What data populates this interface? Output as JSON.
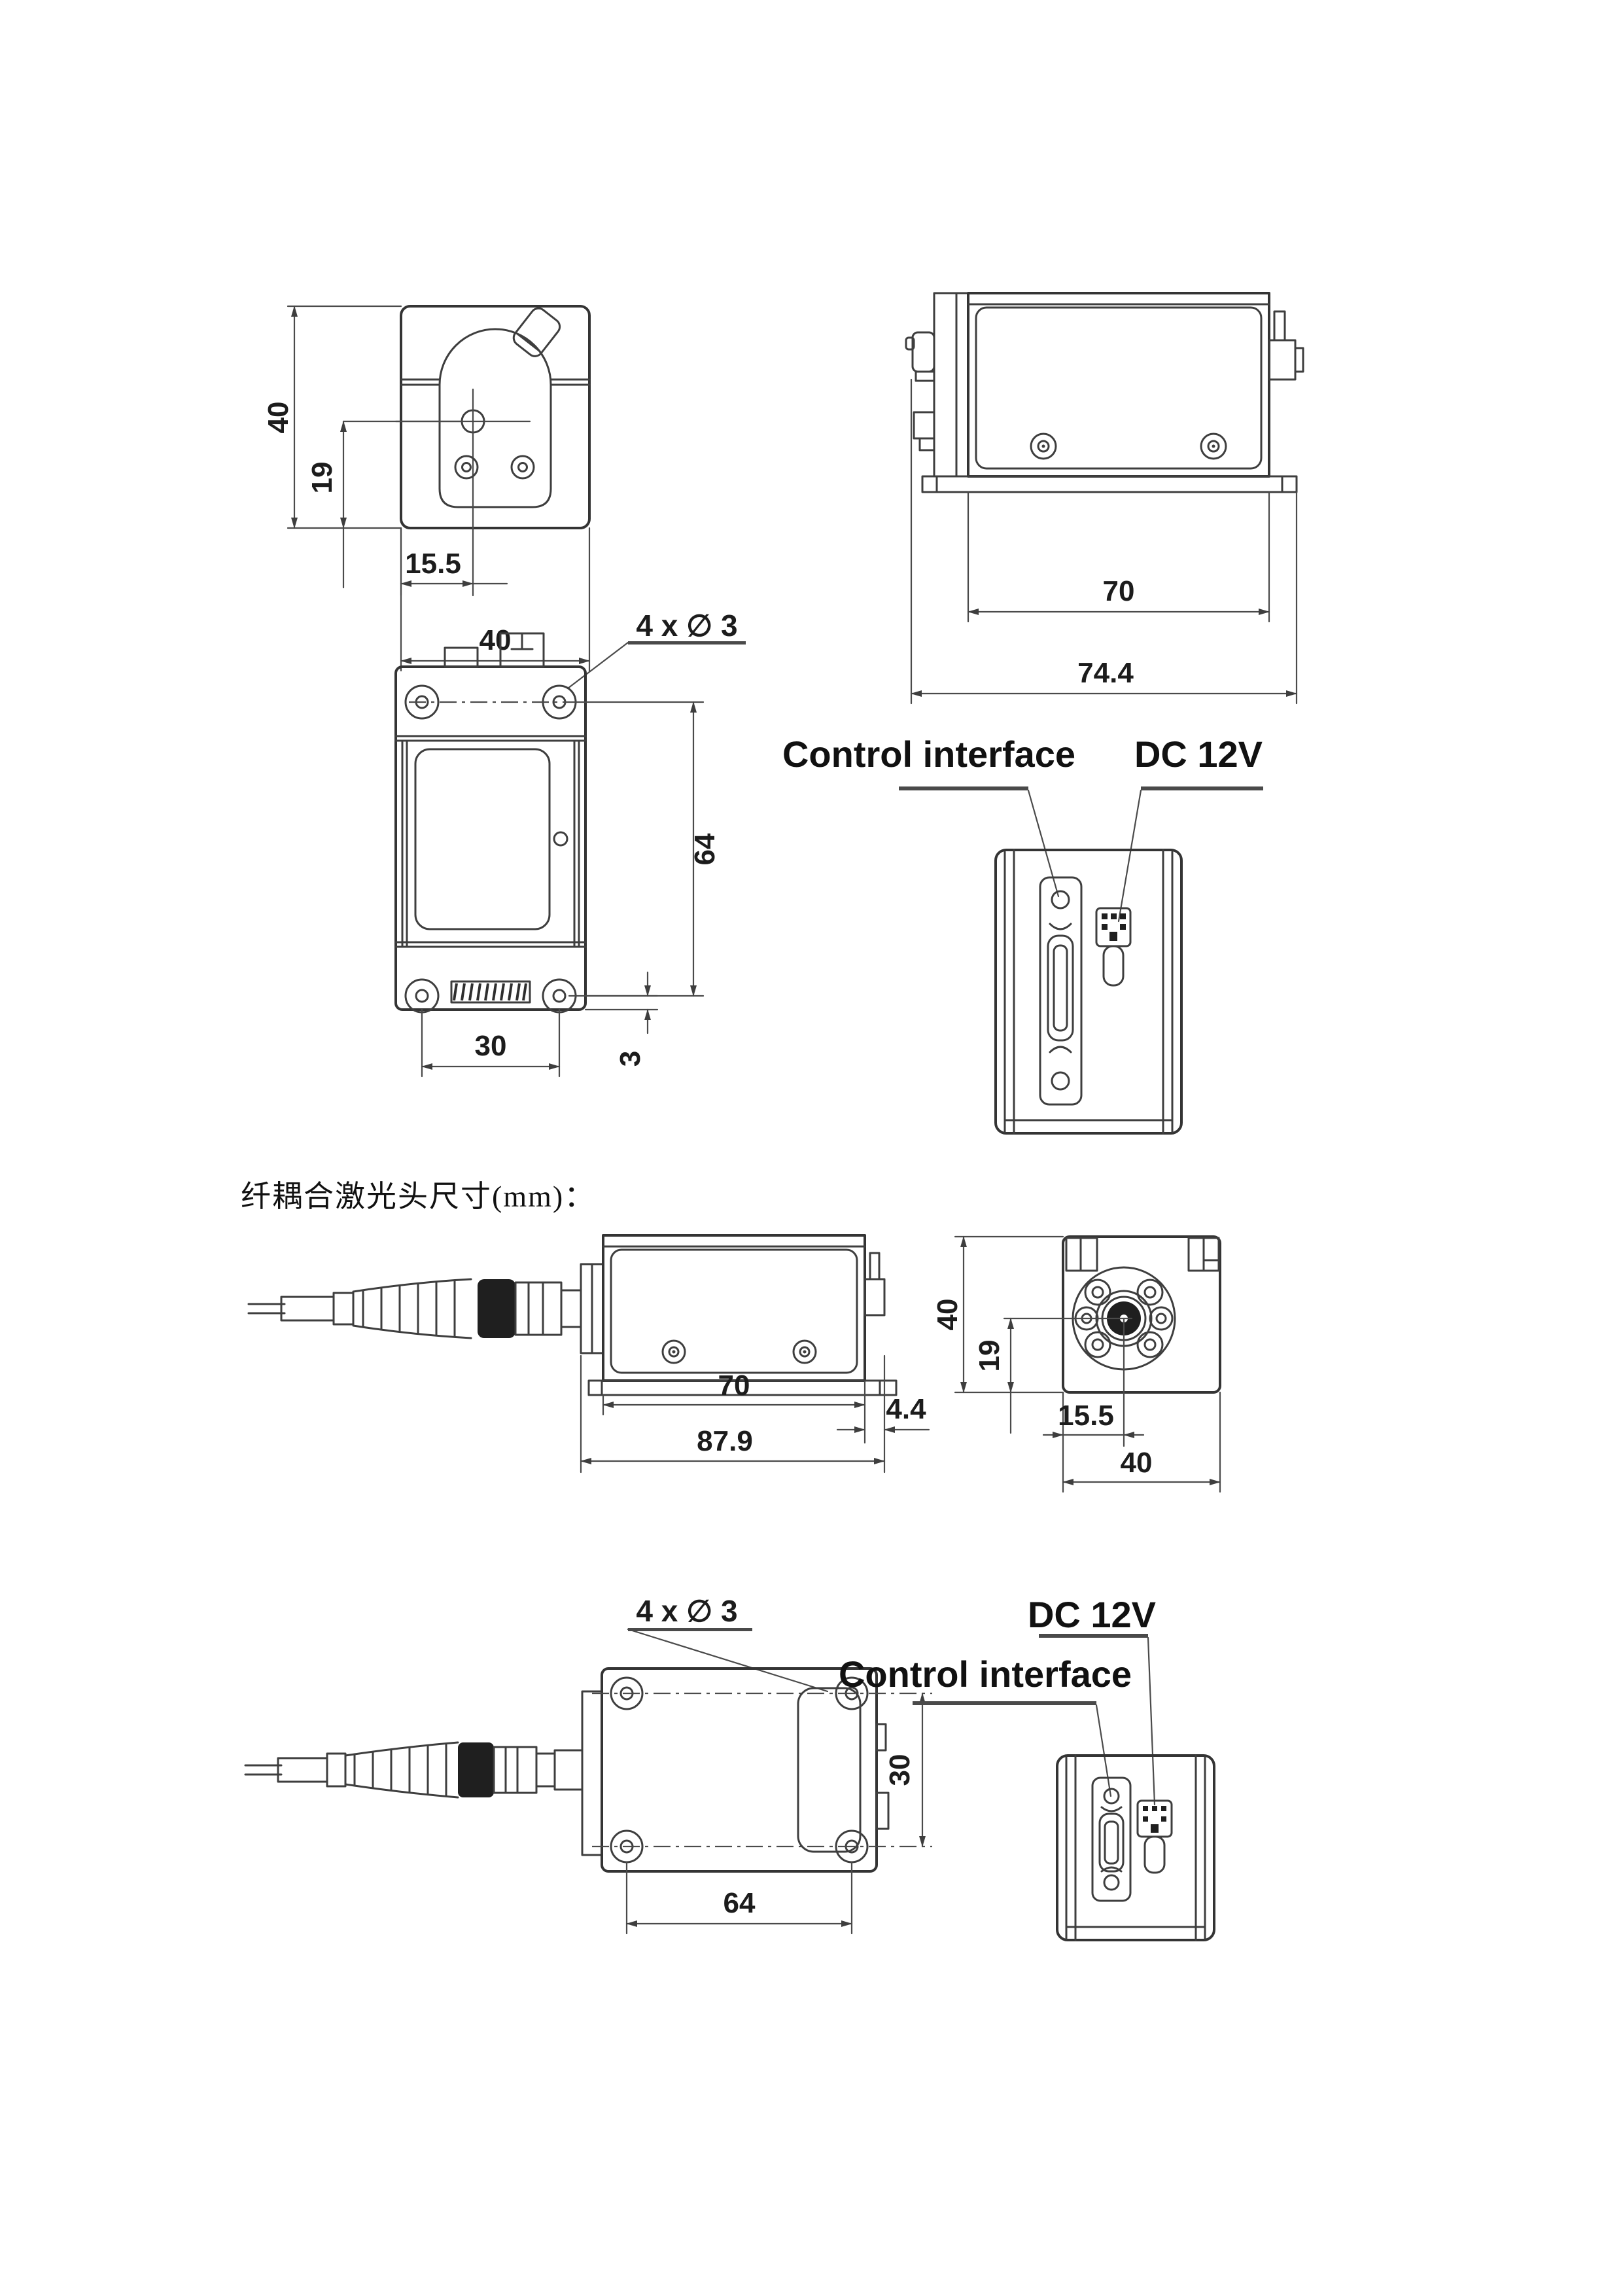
{
  "page": {
    "caption": "纤耦合激光头尺寸(mm)：",
    "colors": {
      "line": "#3e3e3e",
      "text": "#1c1c1c",
      "background": "#ffffff"
    }
  },
  "views": {
    "fs_front": {
      "dim_height": "40",
      "dim_hole_height": "19",
      "dim_hole_offset": "15.5",
      "dim_width": "40"
    },
    "fs_side": {
      "dim_body": "70",
      "dim_total": "74.4"
    },
    "fs_top": {
      "callout": "4 x ∅ 3",
      "dim_length": "64",
      "dim_width": "30",
      "dim_flange": "3"
    },
    "fs_rear": {
      "control": "Control interface",
      "power": "DC 12V"
    },
    "fib_side": {
      "dim_body": "70",
      "dim_total": "87.9",
      "dim_connector": "4.4"
    },
    "fib_front": {
      "dim_height": "40",
      "dim_hole_height": "19",
      "dim_hole_offset": "15.5",
      "dim_width": "40"
    },
    "fib_top": {
      "callout": "4 x ∅ 3",
      "dim_width": "30",
      "dim_length": "64"
    },
    "fib_rear": {
      "power": "DC 12V",
      "control": "Control interface"
    }
  }
}
